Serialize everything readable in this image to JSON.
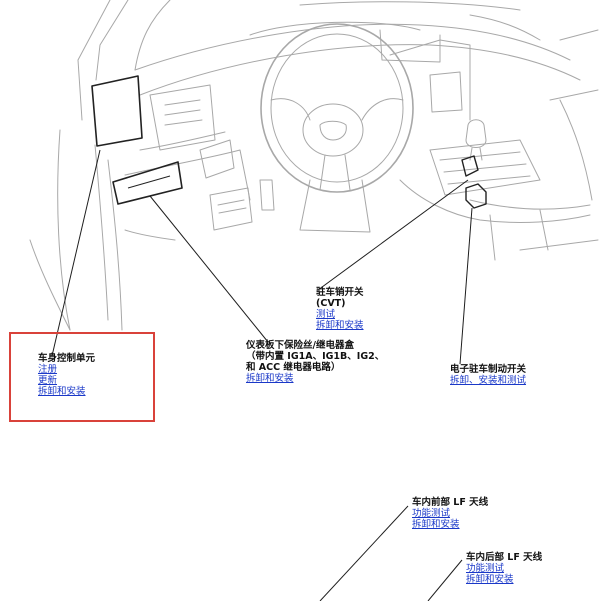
{
  "callouts": {
    "body_control_unit": {
      "title": "车身控制单元",
      "links": [
        "注册",
        "更新",
        "拆卸和安装"
      ]
    },
    "parking_pin_switch": {
      "title": "驻车销开关",
      "subtitle": "(CVT)",
      "links": [
        "测试",
        "拆卸和安装"
      ]
    },
    "under_dash_fuse_box": {
      "title_lines": [
        "仪表板下保险丝/继电器盒",
        "（带内置 IG1A、IG1B、IG2、",
        "和 ACC 继电器电路）"
      ],
      "links": [
        "拆卸和安装"
      ]
    },
    "epb_switch": {
      "title": "电子驻车制动开关",
      "links": [
        "拆卸、安装和测试"
      ]
    },
    "front_lf_antenna": {
      "title": "车内前部 LF 天线",
      "links": [
        "功能测试",
        "拆卸和安装"
      ]
    },
    "rear_lf_antenna": {
      "title": "车内后部 LF 天线",
      "links": [
        "功能测试",
        "拆卸和安装"
      ]
    }
  },
  "colors": {
    "link": "#1a38c8",
    "highlight": "#d9423a",
    "line_art": "#9a9a9a"
  }
}
